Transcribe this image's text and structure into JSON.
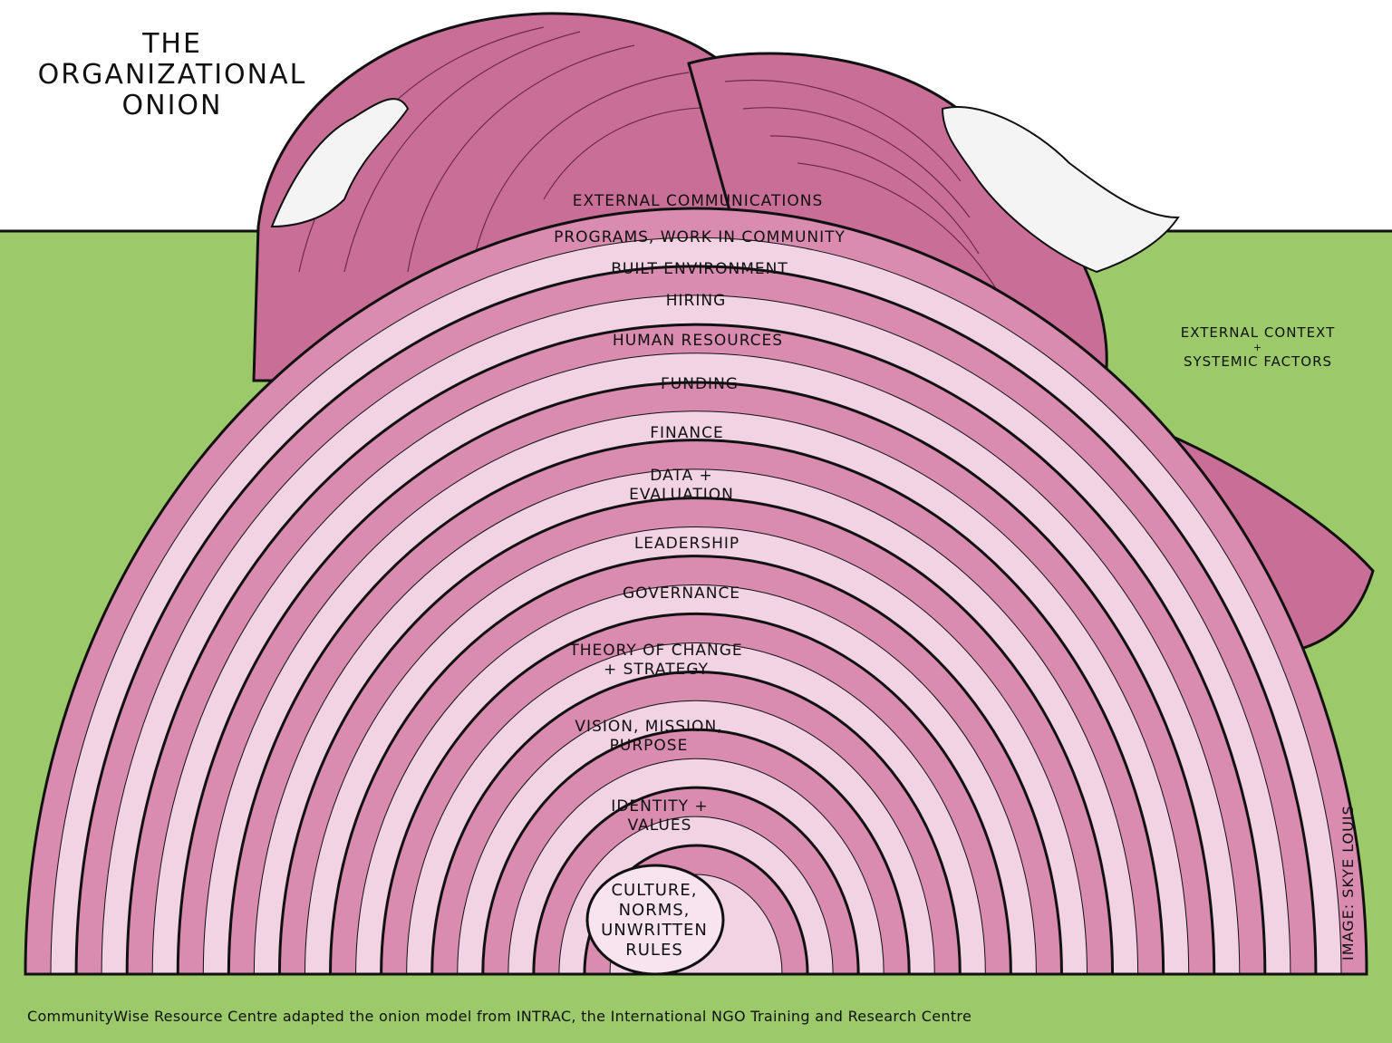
{
  "title": {
    "line1": "THE",
    "line2": "ORGANIZATIONAL",
    "line3": "ONION"
  },
  "layers": [
    {
      "id": "external-communications",
      "lines": [
        "EXTERNAL  COMMUNICATIONS"
      ]
    },
    {
      "id": "programs",
      "lines": [
        "PROGRAMS,  WORK IN COMMUNITY"
      ]
    },
    {
      "id": "built-environment",
      "lines": [
        "BUILT ENVIRONMENT"
      ]
    },
    {
      "id": "hiring",
      "lines": [
        "HIRING"
      ]
    },
    {
      "id": "human-resources",
      "lines": [
        "HUMAN  RESOURCES"
      ]
    },
    {
      "id": "funding",
      "lines": [
        "FUNDING"
      ]
    },
    {
      "id": "finance",
      "lines": [
        "FINANCE"
      ]
    },
    {
      "id": "data-evaluation",
      "lines": [
        "DATA +",
        "EVALUATION"
      ]
    },
    {
      "id": "leadership",
      "lines": [
        "LEADERSHIP"
      ]
    },
    {
      "id": "governance",
      "lines": [
        "GOVERNANCE"
      ]
    },
    {
      "id": "theory-of-change",
      "lines": [
        "THEORY OF CHANGE",
        "+ STRATEGY"
      ]
    },
    {
      "id": "vision",
      "lines": [
        "VISION, MISSION,",
        "PURPOSE"
      ]
    },
    {
      "id": "identity",
      "lines": [
        "IDENTITY +",
        "VALUES"
      ]
    },
    {
      "id": "culture",
      "lines": [
        "CULTURE,",
        "NORMS,",
        "UNWRITTEN",
        "RULES"
      ]
    }
  ],
  "context": {
    "line1": "EXTERNAL CONTEXT",
    "plus": "+",
    "line2": "SYSTEMIC FACTORS"
  },
  "credit": "IMAGE: SKYE LOUIS",
  "footer": "CommunityWise Resource Centre adapted the onion model from INTRAC, the International NGO Training and Research Centre",
  "colors": {
    "sky": "#ffffff",
    "ground": "#9cc96a",
    "onion_skin": "#c96f97",
    "onion_flesh": "#f1d3e3",
    "onion_ring": "#d98bb0",
    "outline": "#111111"
  }
}
